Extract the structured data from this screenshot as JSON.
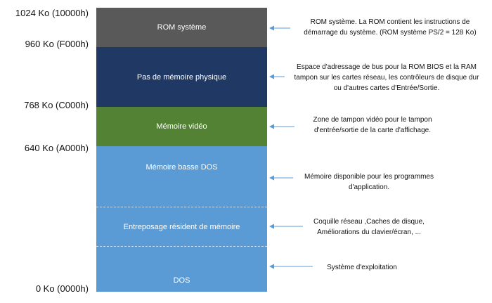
{
  "addresses": [
    "1024 Ko (10000h)",
    "960 Ko (F000h)",
    "768 Ko (C000h)",
    "640 Ko (A000h)",
    "0 Ko (0000h)"
  ],
  "blocks": [
    {
      "label": "ROM système",
      "color": "#595959"
    },
    {
      "label": "Pas de mémoire physique",
      "color": "#203864"
    },
    {
      "label": "Mémoire vidéo",
      "color": "#548235"
    },
    {
      "label": "Mémoire basse DOS",
      "color": "#5b9bd5"
    },
    {
      "label": "Entreposage résident de mémoire",
      "color": "#5b9bd5"
    },
    {
      "label": "DOS",
      "color": "#5b9bd5"
    }
  ],
  "descriptions": [
    {
      "lines": [
        "ROM système. La ROM contient les instructions de",
        "démarrage du système. (ROM système PS/2 = 128 Ko)"
      ]
    },
    {
      "lines": [
        "Espace d'adressage de bus pour la ROM BIOS et la RAM",
        "tampon sur les cartes réseau, les contrôleurs de disque dur",
        "ou d'autres cartes d'Entrée/Sortie."
      ]
    },
    {
      "lines": [
        "Zone de tampon vidéo pour le tampon",
        "d'entrée/sortie de la carte d'affichage."
      ]
    },
    {
      "lines": [
        "Mémoire disponible pour les programmes",
        "d'application."
      ]
    },
    {
      "lines": [
        "Coquille réseau ,Caches de disque,",
        "Améliorations du clavier/écran, ..."
      ]
    },
    {
      "lines": [
        "Système d'exploitation"
      ]
    }
  ],
  "arrow_color": "#5b9bd5"
}
